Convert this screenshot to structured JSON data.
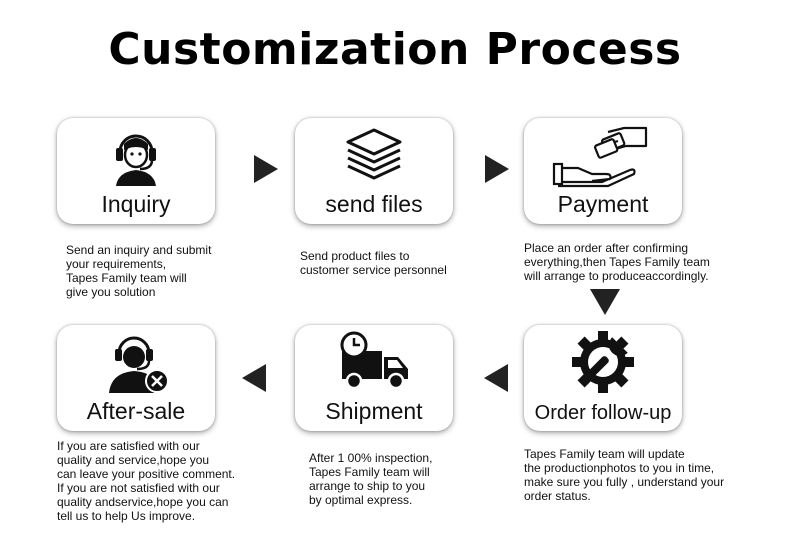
{
  "title": "Customization Process",
  "steps": [
    {
      "label": "Inquiry",
      "icon": "headset-operator-icon",
      "desc": "Send an inquiry and submit\nyour requirements,\nTapes Family team will\ngive you solution"
    },
    {
      "label": "send files",
      "icon": "stacked-layers-icon",
      "desc": "Send product files to\ncustomer service personnel"
    },
    {
      "label": "Payment",
      "icon": "card-handover-icon",
      "desc": "Place an order after confirming\neverything,then Tapes Family team\nwill arrange to produceaccordingly."
    },
    {
      "label": "Order follow-up",
      "icon": "gear-wrench-icon",
      "desc": "Tapes Family team will update\n the productionphotos to you in time,\nmake sure you fully ,  understand your\norder status."
    },
    {
      "label": "Shipment",
      "icon": "delivery-truck-icon",
      "desc": "After 1 00% inspection,\nTapes Family team will\narrange to ship to you\nby optimal express."
    },
    {
      "label": "After-sale",
      "icon": "support-agent-icon",
      "desc": "If you are satisfied with our\nquality and service,hope you\ncan leave your positive comment.\nIf you are not satisfied with our\nquality andservice,hope you can\ntell us to help Us improve."
    }
  ],
  "colors": {
    "arrow": "#222222",
    "icon": "#111111"
  }
}
